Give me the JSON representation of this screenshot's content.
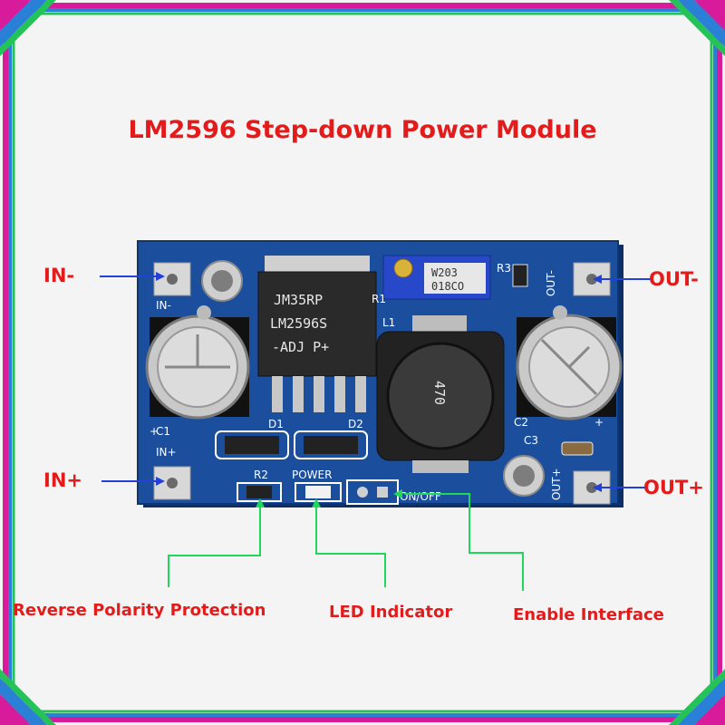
{
  "title": "LM2596 Step-down Power Module",
  "pins": {
    "in_minus": "IN-",
    "in_plus": "IN+",
    "out_minus": "OUT-",
    "out_plus": "OUT+"
  },
  "features": {
    "reverse_polarity": "Reverse Polarity Protection",
    "led_indicator": "LED Indicator",
    "enable_interface": "Enable Interface"
  },
  "board": {
    "silk_in_minus": "IN-",
    "silk_in_plus": "IN+",
    "silk_out_minus": "OUT-",
    "silk_out_plus": "OUT+",
    "silk_c1": "C1",
    "silk_c2": "C2",
    "silk_c3": "C3",
    "silk_d1": "D1",
    "silk_d2": "D2",
    "silk_r1": "R1",
    "silk_r2": "R2",
    "silk_r3": "R3",
    "silk_l1": "L1",
    "silk_power": "POWER",
    "silk_onoff": "ON/OFF",
    "silk_plus": "+",
    "ic_line1": "JM35RP",
    "ic_line2": "LM2596S",
    "ic_line3": "-ADJ P+",
    "inductor_mark": "470",
    "pot_line1": "W203",
    "pot_line2": "018CO"
  },
  "colors": {
    "frame_magenta": "#d81b9a",
    "frame_blue": "#2a7fd6",
    "frame_green": "#25c25a",
    "label_red": "#e31b1b",
    "pcb_blue": "#1b4f9e",
    "arrow_blue": "#2340d8",
    "leader_green": "#1fd85a"
  }
}
